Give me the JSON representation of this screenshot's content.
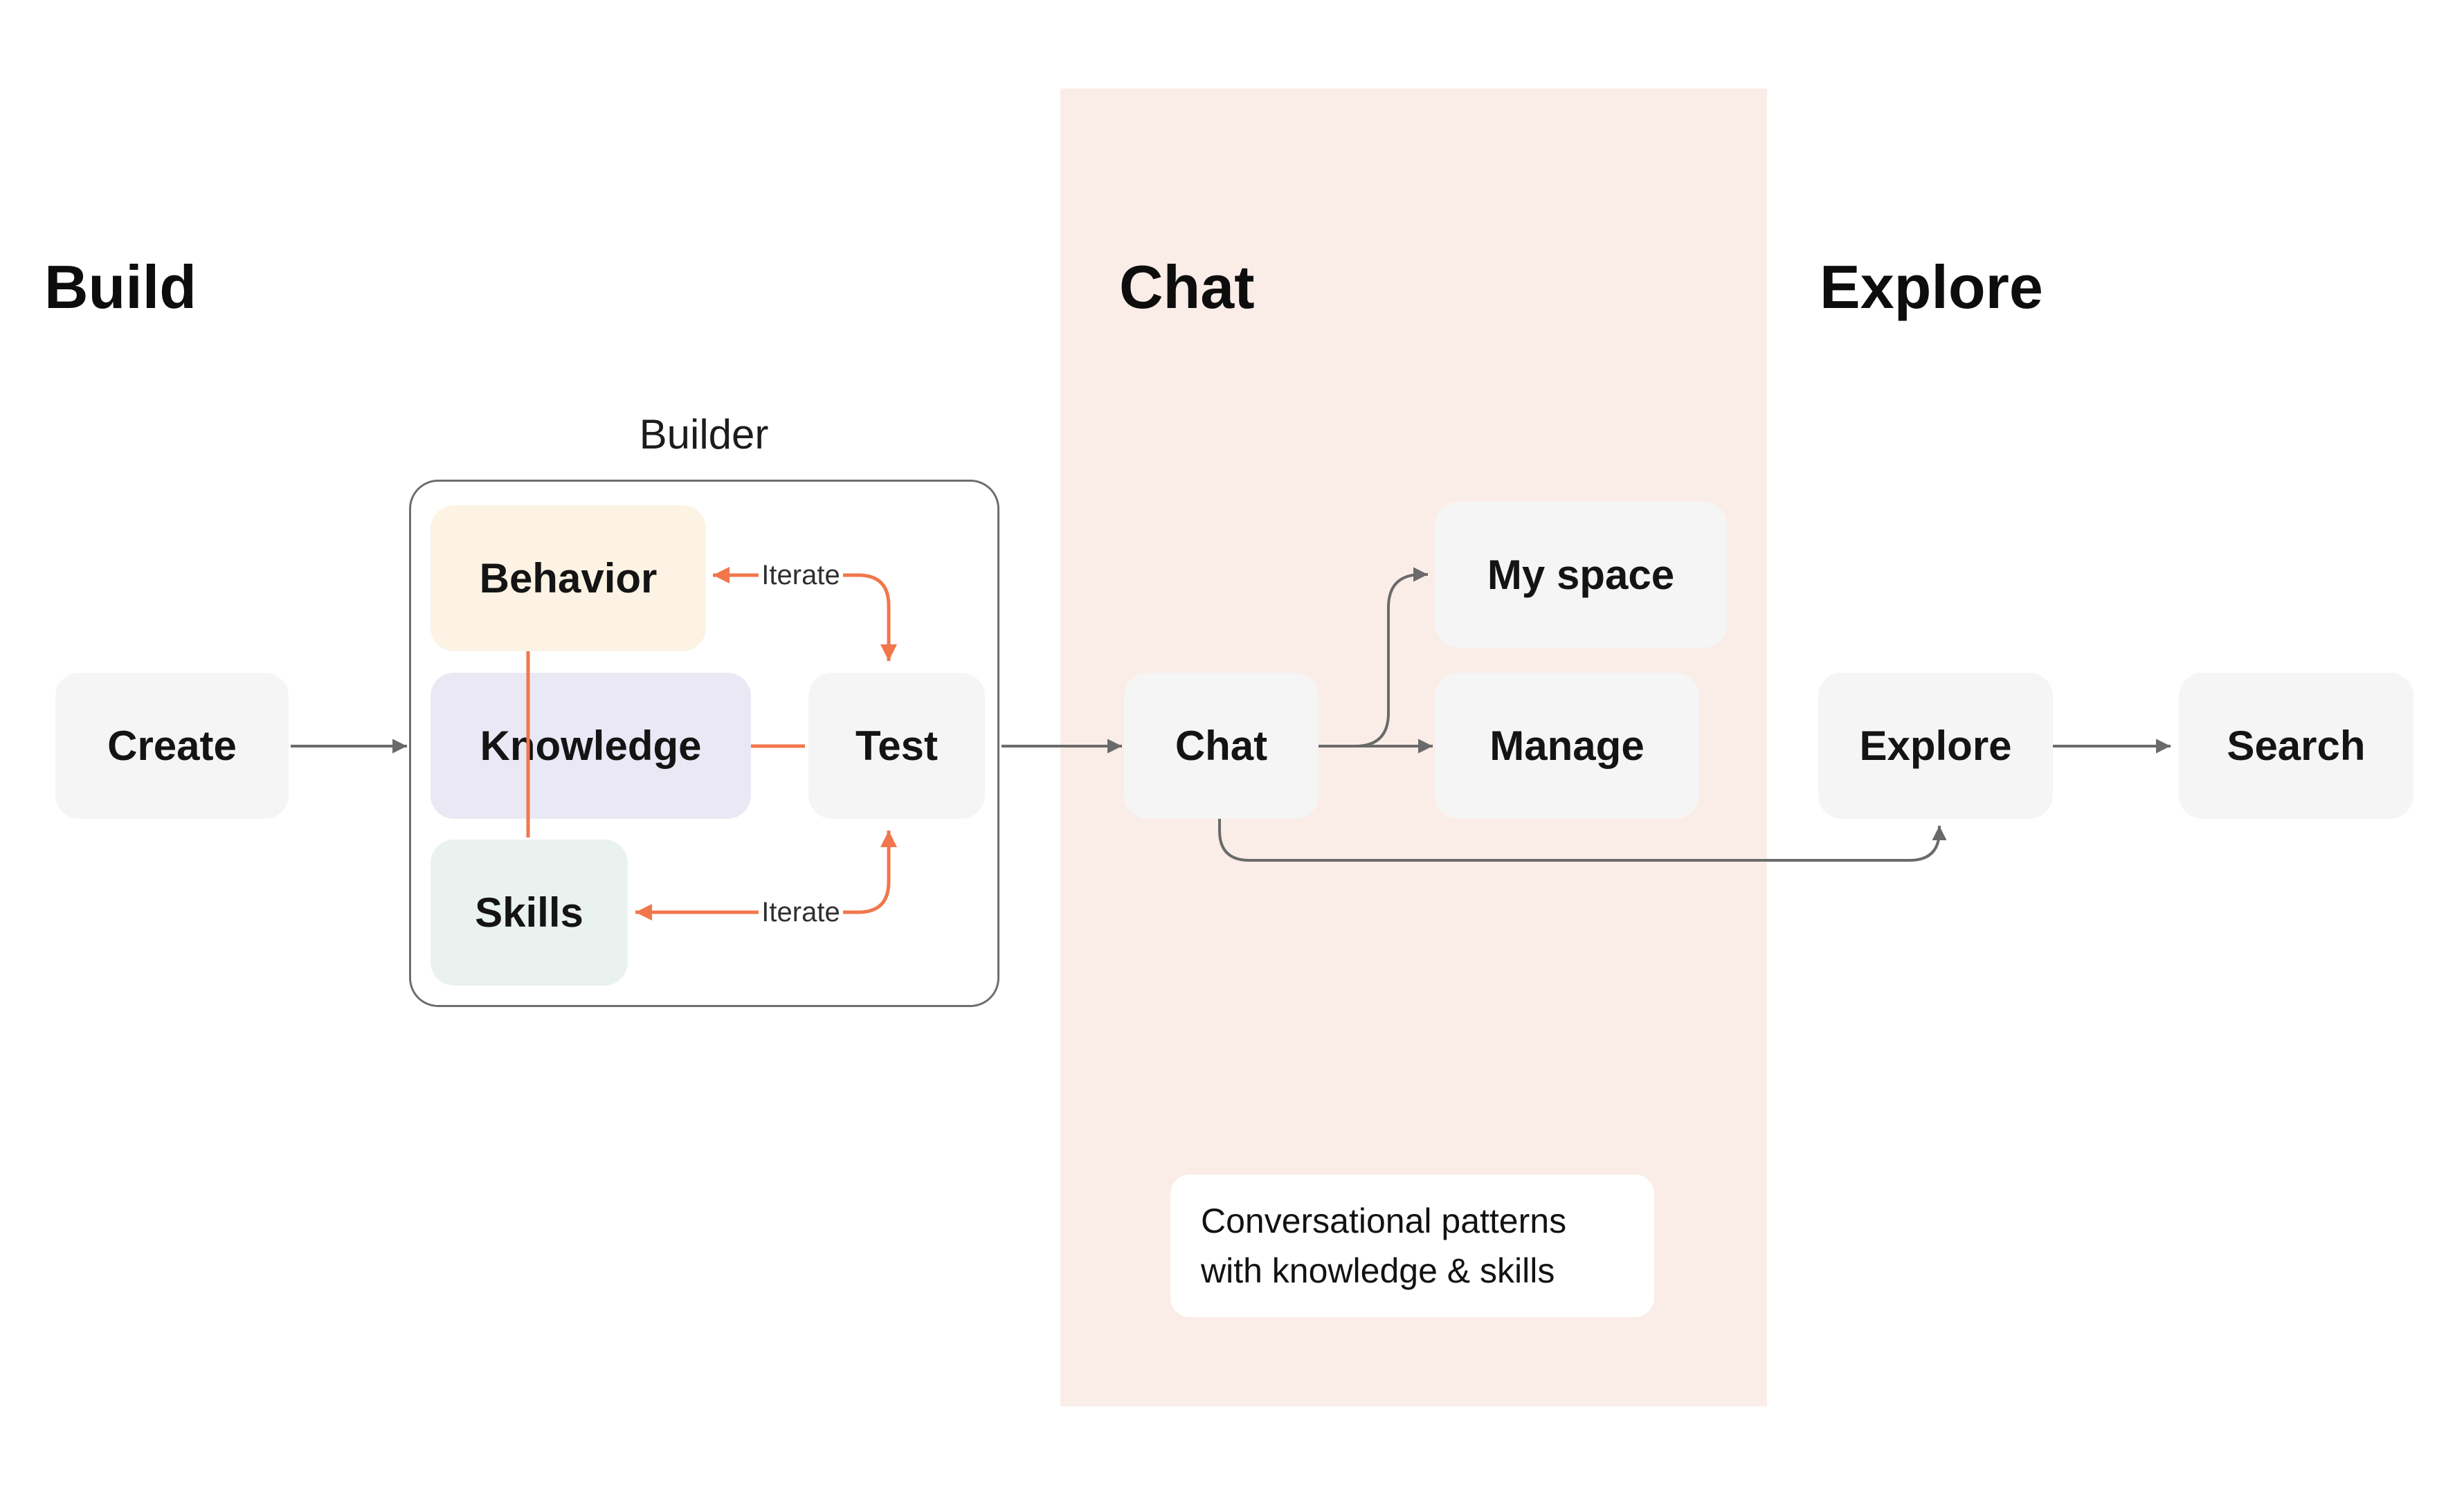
{
  "palette": {
    "accent_orange": "#F1764B",
    "arrow_gray": "#6A6A6A",
    "chat_band": "#FAEDE7",
    "node_gray": "#F5F5F5",
    "behavior_fill": "#FCF3E4",
    "knowledge_fill": "#E9E8F4",
    "skills_fill": "#E9F2EF"
  },
  "headings": {
    "build": "Build",
    "chat": "Chat",
    "explore": "Explore"
  },
  "builder": {
    "label": "Builder"
  },
  "nodes": {
    "create": {
      "label": "Create"
    },
    "behavior": {
      "label": "Behavior"
    },
    "knowledge": {
      "label": "Knowledge"
    },
    "skills": {
      "label": "Skills"
    },
    "test": {
      "label": "Test"
    },
    "chat": {
      "label": "Chat"
    },
    "my_space": {
      "label": "My space"
    },
    "manage": {
      "label": "Manage"
    },
    "explore": {
      "label": "Explore"
    },
    "search": {
      "label": "Search"
    }
  },
  "annotations": {
    "iterate_top": "Iterate",
    "iterate_bottom": "Iterate",
    "note_line1": "Conversational patterns",
    "note_line2": "with knowledge & skills"
  }
}
